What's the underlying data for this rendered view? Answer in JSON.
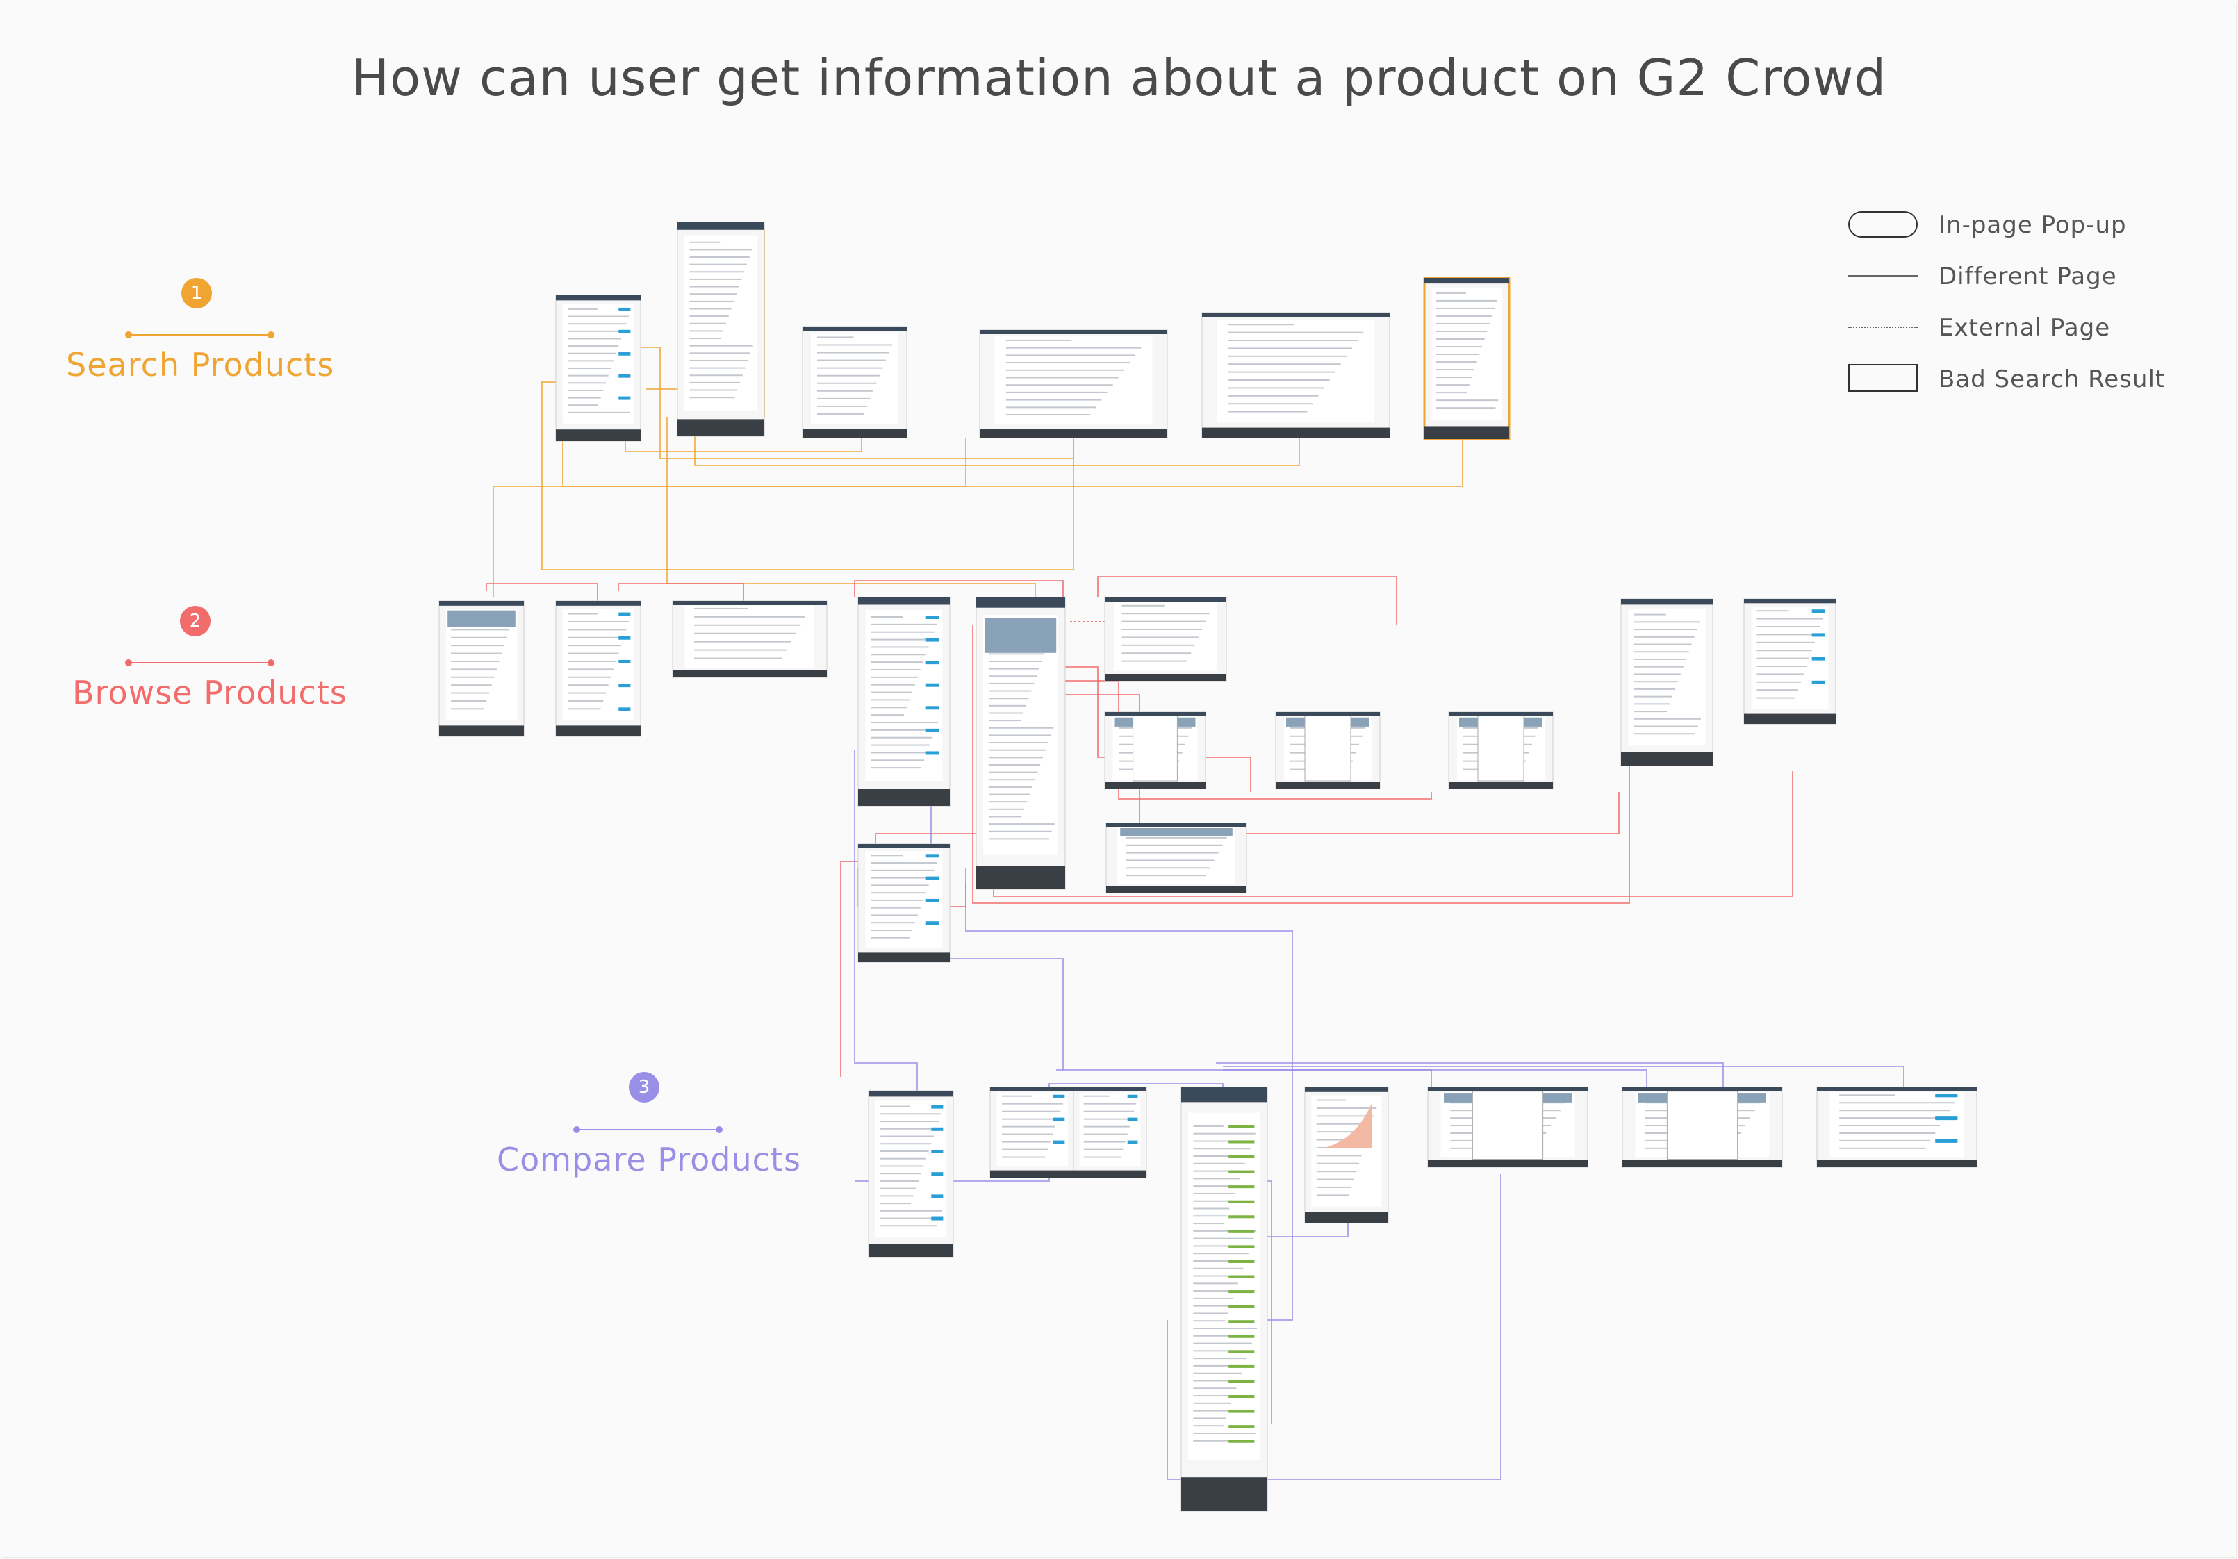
{
  "title": "How can user get information about a product on G2 Crowd",
  "legend": [
    {
      "label": "In-page Pop-up",
      "kind": "pill"
    },
    {
      "label": "Different Page",
      "kind": "line"
    },
    {
      "label": "External Page",
      "kind": "dotted"
    },
    {
      "label": "Bad Search Result",
      "kind": "box"
    }
  ],
  "colors": {
    "search": "#f0a532",
    "browse": "#f26c6c",
    "compare": "#9a8fe6",
    "page_header": "#3b4a5a",
    "page_footer": "#3a3f45",
    "page_body": "#ffffff",
    "button_green": "#7cb342",
    "button_blue": "#2a9fd6"
  },
  "sections": [
    {
      "number": "1",
      "label": "Search Products",
      "color": "#f0a532"
    },
    {
      "number": "2",
      "label": "Browse Products",
      "color": "#f26c6c"
    },
    {
      "number": "3",
      "label": "Compare Products",
      "color": "#9a8fe6"
    }
  ]
}
